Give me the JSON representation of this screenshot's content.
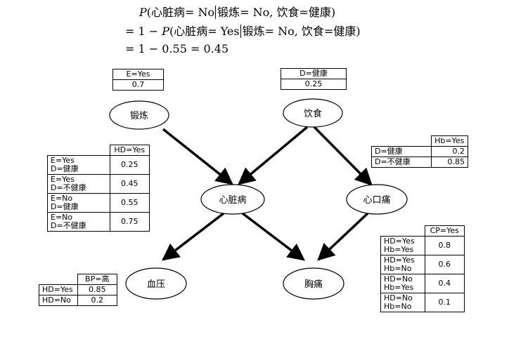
{
  "equations": {
    "line1": {
      "p": "P",
      "open": "(心脏病= No",
      "cond": "锻炼= No, 饮食=健康)"
    },
    "line2": {
      "prefix": "= 1 − ",
      "p": "P",
      "open": "(心脏病= Yes",
      "cond": "锻炼= No, 饮食=健康)"
    },
    "line3": "= 1 − 0.55 = 0.45"
  },
  "nodes": {
    "exercise": "锻炼",
    "diet": "饮食",
    "heart_disease": "心脏病",
    "heartburn": "心口痛",
    "blood_pressure": "血压",
    "chest_pain": "胸痛"
  },
  "cpt_exercise": {
    "header": "E=Yes",
    "value": "0.7"
  },
  "cpt_diet": {
    "header": "D=健康",
    "value": "0.25"
  },
  "cpt_hd": {
    "header": "HD=Yes",
    "rows": [
      {
        "c1": "E=Yes",
        "c2": "D=健康",
        "v": "0.25"
      },
      {
        "c1": "E=Yes",
        "c2": "D=不健康",
        "v": "0.45"
      },
      {
        "c1": "E=No",
        "c2": "D=健康",
        "v": "0.55"
      },
      {
        "c1": "E=No",
        "c2": "D=不健康",
        "v": "0.75"
      }
    ]
  },
  "cpt_hb": {
    "header": "Hb=Yes",
    "rows": [
      {
        "c": "D=健康",
        "v": "0.2"
      },
      {
        "c": "D=不健康",
        "v": "0.85"
      }
    ]
  },
  "cpt_bp": {
    "header": "BP=高",
    "rows": [
      {
        "c": "HD=Yes",
        "v": "0.85"
      },
      {
        "c": "HD=No",
        "v": "0.2"
      }
    ]
  },
  "cpt_cp": {
    "header": "CP=Yes",
    "rows": [
      {
        "c1": "HD=Yes",
        "c2": "Hb=Yes",
        "v": "0.8"
      },
      {
        "c1": "HD=Yes",
        "c2": "Hb=No",
        "v": "0.6"
      },
      {
        "c1": "HD=No",
        "c2": "Hb=Yes",
        "v": "0.4"
      },
      {
        "c1": "HD=No",
        "c2": "Hb=No",
        "v": "0.1"
      }
    ]
  }
}
